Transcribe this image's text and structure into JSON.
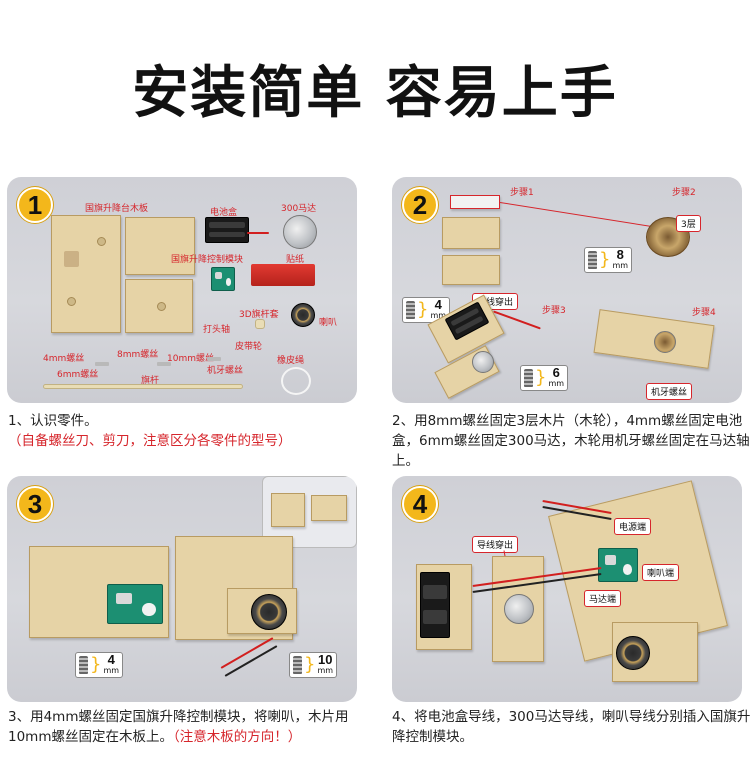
{
  "title": "安装简单 容易上手",
  "colors": {
    "badge": "#f3b71b",
    "note_red": "#d6262c",
    "panel_bg": "#d3d4d9"
  },
  "steps": [
    {
      "number": "1",
      "labels": {
        "platform": "国旗升降台木板",
        "battery_box": "电池盒",
        "motor": "300马达",
        "control_module": "国旗升降控制模块",
        "sticker": "贴纸",
        "pole_sleeve": "3D旗杆套",
        "speaker": "喇叭",
        "punch_shaft": "打头轴",
        "pulley": "皮带轮",
        "rubber_band": "橡皮绳",
        "screw_4mm": "4mm螺丝",
        "screw_8mm": "8mm螺丝",
        "screw_10mm": "10mm螺丝",
        "screw_6mm": "6mm螺丝",
        "machine_screw": "机牙螺丝",
        "flagpole": "旗杆"
      },
      "caption": "1、认识零件。",
      "caption_note": "（自备螺丝刀、剪刀，注意区分各零件的型号）"
    },
    {
      "number": "2",
      "labels": {
        "step1": "步骤1",
        "step2": "步骤2",
        "step3": "步骤3",
        "step4": "步骤4",
        "layers": "3层",
        "wire_through": "导线穿出",
        "machine_screw": "机牙螺丝"
      },
      "screws": [
        {
          "value": "8",
          "unit": "mm"
        },
        {
          "value": "4",
          "unit": "mm"
        },
        {
          "value": "6",
          "unit": "mm"
        }
      ],
      "caption": "2、用8mm螺丝固定3层木片（木轮），4mm螺丝固定电池盒，6mm螺丝固定300马达，木轮用机牙螺丝固定在马达轴上。"
    },
    {
      "number": "3",
      "screws": [
        {
          "value": "4",
          "unit": "mm"
        },
        {
          "value": "10",
          "unit": "mm"
        }
      ],
      "caption": "3、用4mm螺丝固定国旗升降控制模块，将喇叭，木片用10mm螺丝固定在木板上。",
      "caption_note": "（注意木板的方向！）"
    },
    {
      "number": "4",
      "labels": {
        "wire_through": "导线穿出",
        "power_port": "电源端",
        "speaker_port": "喇叭端",
        "motor_port": "马达端"
      },
      "caption": "4、将电池盒导线，300马达导线，喇叭导线分别插入国旗升降控制模块。"
    }
  ]
}
